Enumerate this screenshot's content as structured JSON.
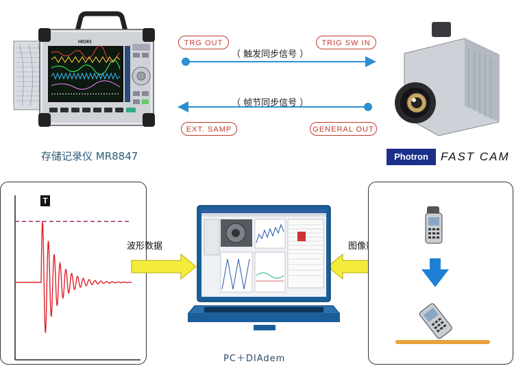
{
  "devices": {
    "recorder": {
      "caption": "存储记录仪 MR8847",
      "brand": "HIOKI"
    },
    "camera": {
      "brand_box": "Photron",
      "brand_text": "FAST CAM"
    }
  },
  "signals": {
    "trigger": {
      "source_port": "TRG OUT",
      "dest_port": "TRIG SW IN",
      "label": "（ 触发同步信号 ）"
    },
    "frame": {
      "source_port": "GENERAL OUT",
      "dest_port": "EXT. SAMP",
      "label": "（ 帧节同步信号 ）"
    }
  },
  "waveform_panel": {
    "trigger_marker": "T",
    "flow_label": "波形数据"
  },
  "image_panel": {
    "flow_label": "图像数据"
  },
  "pc": {
    "caption": "PC＋DIAdem"
  },
  "colors": {
    "signal_blue": "#2b8fd0",
    "port_red": "#c0392b",
    "wave_red": "#e0202a",
    "trigger_line": "#8a2a6a",
    "flow_yellow": "#f4ec3a",
    "impact_arrow": "#1f7fd6",
    "floor_orange": "#e8a23a"
  }
}
